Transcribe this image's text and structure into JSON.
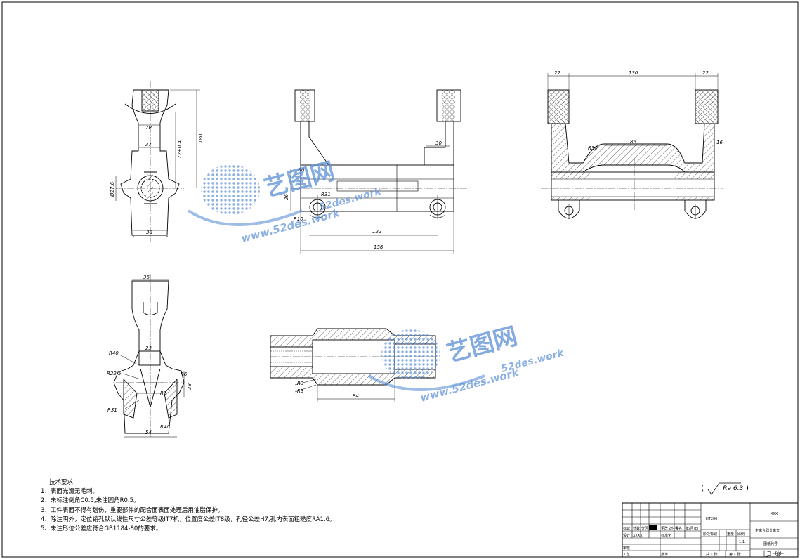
{
  "watermark": {
    "brand_cn": "艺图网",
    "brand_url": "52des.work",
    "brand_url_full": "www.52des.work"
  },
  "dims": {
    "side_top_mark": "7P",
    "side_37": "37",
    "side_72": "72±0.4",
    "side_180": "180",
    "side_bore": "Ø27.6",
    "side_38": "38",
    "front_r6": "R6",
    "front_r31": "R31",
    "front_r10": "R10",
    "front_26": "26",
    "front_30": "30",
    "front_122": "122",
    "front_158": "158",
    "right_22a": "22",
    "right_130": "130",
    "right_22b": "22",
    "right_r30": "R30",
    "right_86": "86",
    "right_16": "16",
    "low_36": "36",
    "low_r40a": "R40",
    "low_23": "23",
    "low_r225": "R22.5",
    "low_r6": "R6",
    "low_r3": "R3",
    "low_38": "38",
    "low_r31": "R31",
    "low_r40b": "R40",
    "low_54": "54",
    "sec_r3a": "R3",
    "sec_r3b": "R3",
    "sec_84": "84"
  },
  "notes": {
    "heading": "技术要求",
    "items": [
      "1、表面光滑无毛刺。",
      "2、未标注倒角C0.5,未注圆角R0.5。",
      "3、工件表面不得有划伤，重要部件的配合面表面处理后用油脂保护。",
      "4、除注明外，定位销孔默认线性尺寸公差等级IT7机，位置度公差IT8级，孔径公差H7,孔内表面粗糙度RA1.6。",
      "5、未注形位公差应符合GB1184-80的要求。"
    ]
  },
  "roughness": {
    "value": "Ra 6.3"
  },
  "title_block": {
    "material": "HT200",
    "company": "XXX",
    "part_name": "主离合器分离叉",
    "scale": "1:1",
    "drawing_no_label": "图纸代号",
    "stage_label": "阶段标记",
    "weight_label": "重量",
    "scale_label": "比例",
    "mark_label": "标记",
    "count_label": "处数",
    "zone_label": "分区",
    "change_label": "更改文件号",
    "sign_label": "签名",
    "date_label": "年/月/日",
    "design_label": "设计",
    "design_name": "XXXX",
    "std_label": "标准化",
    "review_label": "审核",
    "process_label": "工艺",
    "approve_label": "批准",
    "sheets_total": "共 X 张",
    "sheet_no": "第 X 张"
  }
}
